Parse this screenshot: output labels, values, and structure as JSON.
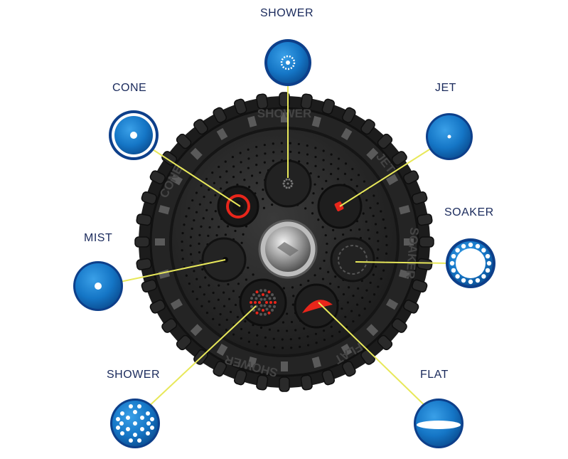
{
  "labels": {
    "shower_top": "SHOWER",
    "cone": "CONE",
    "jet": "JET",
    "soaker": "SOAKER",
    "mist": "MIST",
    "shower_bottom": "SHOWER",
    "flat": "FLAT"
  },
  "dial_text": {
    "top": "SHOWER",
    "left": "CONE",
    "right_top": "JET",
    "right": "SOAKER",
    "bottom": "SHOWER",
    "bottom_right": "FLAT"
  },
  "colors": {
    "label_text": "#1a2a5c",
    "pointer_line": "#e8e85a",
    "icon_blue": "#1679c9",
    "icon_ring": "#0d3f8a",
    "nozzle_body": "#262626",
    "nozzle_rim": "#1c1c1c",
    "accent_red": "#e8261b"
  }
}
